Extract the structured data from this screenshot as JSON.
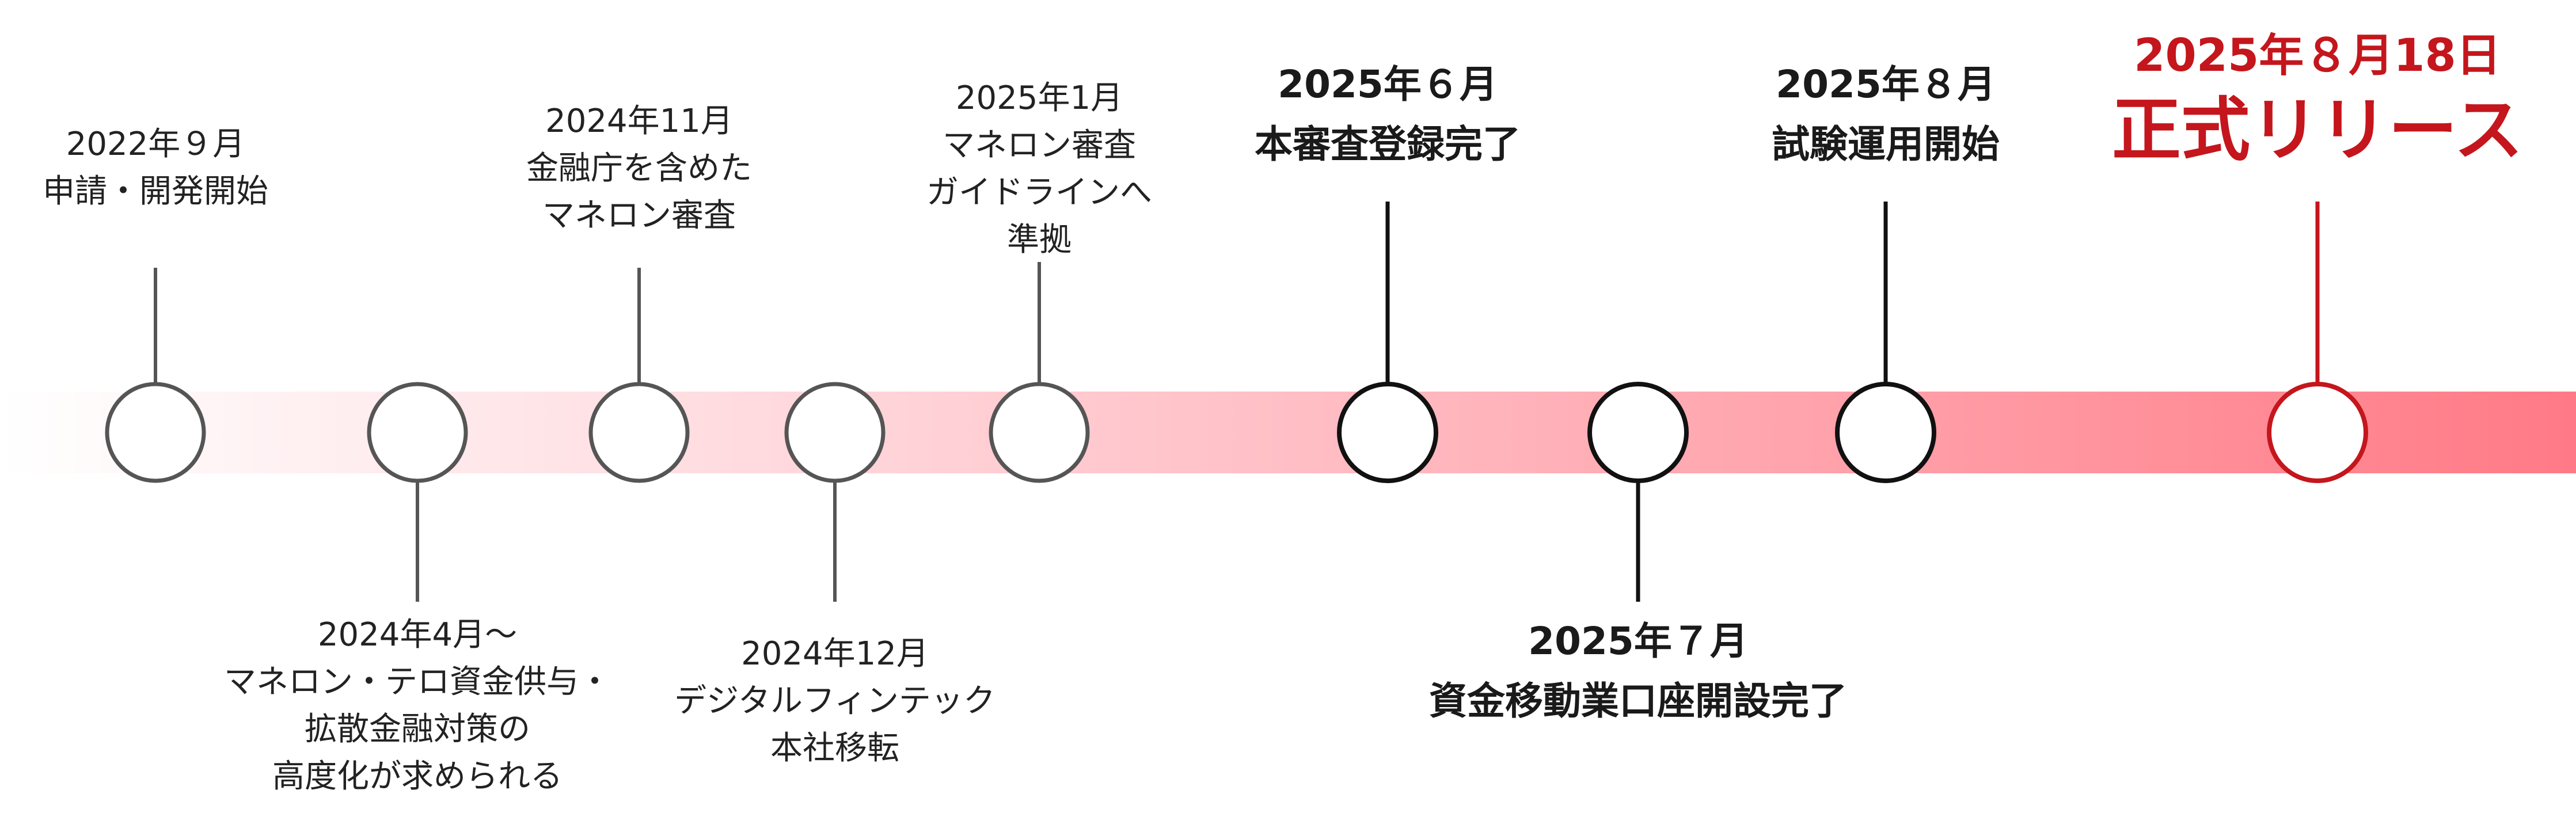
{
  "colors": {
    "bar_start": "#ffffff",
    "bar_end": "#ff7a86",
    "past_stroke": "#555555",
    "milestone_stroke": "#111111",
    "final_stroke": "#c4161c",
    "final_text": "#c4161c"
  },
  "events": [
    {
      "date": "2022年９月",
      "desc": [
        "申請・開発開始"
      ],
      "position": "above",
      "style": "past"
    },
    {
      "date": "2024年4月～",
      "desc": [
        "マネロン・テロ資金供与・",
        "拡散金融対策の",
        "高度化が求められる"
      ],
      "position": "below",
      "style": "past"
    },
    {
      "date": "2024年11月",
      "desc": [
        "金融庁を含めた",
        "マネロン審査"
      ],
      "position": "above",
      "style": "past"
    },
    {
      "date": "2024年12月",
      "desc": [
        "デジタルフィンテック",
        "本社移転"
      ],
      "position": "below",
      "style": "past"
    },
    {
      "date": "2025年1月",
      "desc": [
        "マネロン審査",
        "ガイドラインへ",
        "準拠"
      ],
      "position": "above",
      "style": "past"
    },
    {
      "date": "2025年６月",
      "desc": [
        "本審査登録完了"
      ],
      "position": "above",
      "style": "milestone"
    },
    {
      "date": "2025年７月",
      "desc": [
        "資金移動業口座開設完了"
      ],
      "position": "below",
      "style": "milestone"
    },
    {
      "date": "2025年８月",
      "desc": [
        "試験運用開始"
      ],
      "position": "above",
      "style": "milestone"
    },
    {
      "date": "2025年８月18日",
      "desc": [
        "正式リリース"
      ],
      "position": "above",
      "style": "final"
    }
  ]
}
